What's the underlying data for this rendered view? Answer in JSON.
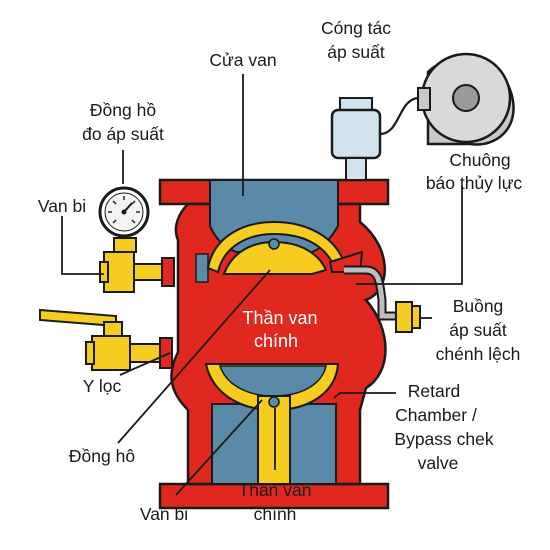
{
  "labels": {
    "cua_van": "Cửa van",
    "cong_tac_1": "Cóng tác",
    "cong_tac_2": "áp suất",
    "dong_ho_do_1": "Đồng hồ",
    "dong_ho_do_2": "đo áp suất",
    "chuong_1": "Chuông",
    "chuong_2": "báo thủy lực",
    "van_bi_top": "Van bi",
    "buong_1": "Buồng",
    "buong_2": "áp suất",
    "buong_3": "chénh lệch",
    "than_van_chinh_center_1": "Thần van",
    "than_van_chinh_center_2": "chính",
    "y_loc": "Y lọc",
    "retard_1": "Retard",
    "retard_2": "Chamber /",
    "retard_3": "Bypass chek",
    "retard_4": "valve",
    "dong_ho_bottom": "Đồng hô",
    "than_van_bottom_1": "Thân van",
    "than_van_bottom_2": "chính",
    "van_bi_bottom": "Van bi"
  },
  "colors": {
    "body_red": "#e0281e",
    "water_blue": "#5b8aa8",
    "brass_yellow": "#f5cc1f",
    "switch_blue": "#cfe2ee",
    "bell_gray": "#c9c9c9",
    "outline": "#1a1a1a"
  }
}
